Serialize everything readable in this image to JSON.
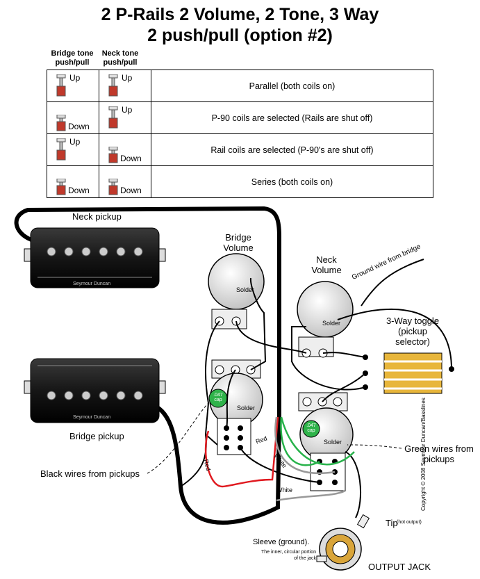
{
  "title": {
    "line1": "2 P-Rails 2 Volume, 2 Tone, 3 Way",
    "line2": "2 push/pull (option #2)"
  },
  "table": {
    "col1_header": "Bridge tone push/pull",
    "col2_header": "Neck tone push/pull",
    "rows": [
      {
        "bridge": "Up",
        "neck": "Up",
        "description": "Parallel (both coils on)"
      },
      {
        "bridge": "Down",
        "neck": "Up",
        "description": "P-90 coils are selected (Rails are shut off)"
      },
      {
        "bridge": "Up",
        "neck": "Down",
        "description": "Rail coils are selected (P-90's are shut off)"
      },
      {
        "bridge": "Down",
        "neck": "Down",
        "description": "Series (both coils on)"
      }
    ]
  },
  "labels": {
    "neck_pickup": "Neck pickup",
    "bridge_pickup": "Bridge pickup",
    "pickup_brand": "Seymour Duncan",
    "bridge_volume": "Bridge Volume",
    "neck_volume": "Neck Volume",
    "ground_wire": "Ground wire from bridge",
    "toggle": "3-Way toggle (pickup selector)",
    "solder": "Solder",
    "cap": ".047 cap",
    "red": "Red",
    "white": "White",
    "green_wires": "Green wires from pickups",
    "black_wires": "Black wires from pickups",
    "tip": "Tip",
    "tip_sub": "(hot output)",
    "sleeve": "Sleeve (ground).",
    "sleeve_sub": "The inner, circular portion of the jack",
    "output_jack": "OUTPUT JACK",
    "copyright": "Copyright © 2008 Seymour Duncan/Basslines"
  },
  "colors": {
    "wire_black": "#000000",
    "wire_red": "#e0191f",
    "wire_green": "#27b24a",
    "cap_green": "#2fb34a",
    "toggle_gold": "#e8b63b",
    "jack_gold": "#d9a53a"
  }
}
